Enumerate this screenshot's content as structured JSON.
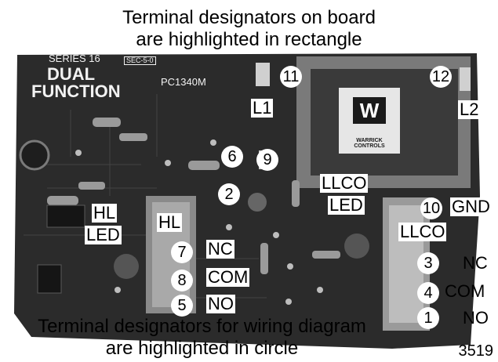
{
  "captions": {
    "top_line1": "Terminal designators on board",
    "top_line2": "are highlighted in rectangle",
    "bottom_line1": "Terminal designators for wiring diagram",
    "bottom_line2": "are highlighted in circle"
  },
  "board_silkscreen": {
    "series": "SERIES 16",
    "dual": "DUAL",
    "function": "FUNCTION",
    "sec_tag": "SEC-5-0",
    "part_number": "PC1340M",
    "transformer_logo": "WARRICK CONTROLS"
  },
  "rectangle_labels": {
    "l1": "L1",
    "l2": "L2",
    "hl_led": [
      "HL",
      "LED"
    ],
    "hl": "HL",
    "llco_led": [
      "LLCO",
      "LED"
    ],
    "gnd": "GND",
    "llco": "LLCO",
    "nc_left": "NC",
    "com_left": "COM",
    "no_left": "NO",
    "nc_right": "NC",
    "com_right": "COM",
    "no_right": "NO"
  },
  "circle_numbers": {
    "n11": "11",
    "n12": "12",
    "n6": "6",
    "n9": "9",
    "n2": "2",
    "n7": "7",
    "n8": "8",
    "n5": "5",
    "n10": "10",
    "n3": "3",
    "n4": "4",
    "n1": "1"
  },
  "figure_number": "3519"
}
